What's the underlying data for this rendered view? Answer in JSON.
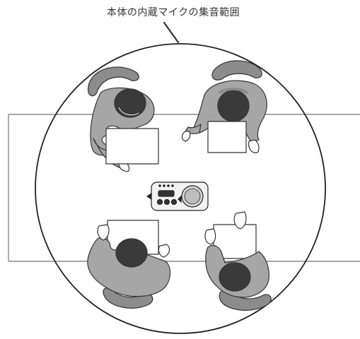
{
  "caption": {
    "text": "本体の内蔵マイクの集音範囲"
  },
  "colors": {
    "line": "#333333",
    "table_line": "#8a8a8a",
    "chair": "#8c8c8c",
    "shirt": "#a6a6a6",
    "hair": "#3a3a3a",
    "paper": "#ffffff",
    "device": "#f2f2f2"
  },
  "scene": {
    "people": [
      {
        "name": "person-top-left",
        "facing": "down"
      },
      {
        "name": "person-top-right",
        "facing": "down"
      },
      {
        "name": "person-bottom-left",
        "facing": "up"
      },
      {
        "name": "person-bottom-right",
        "facing": "up"
      }
    ],
    "device_icon": "speakerphone-icon"
  }
}
